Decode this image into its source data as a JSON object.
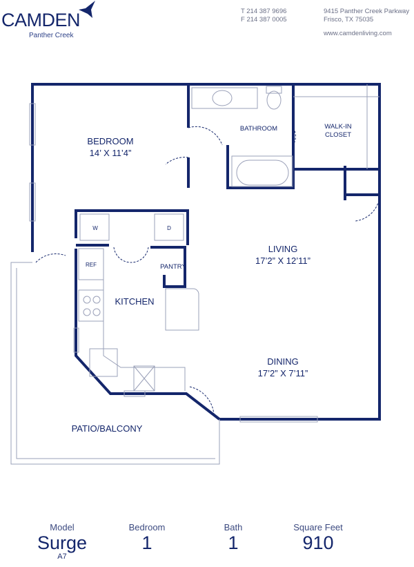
{
  "brand": {
    "name": "Camden",
    "community": "Panther Creek"
  },
  "contact": {
    "phone": "T 214 387 9696",
    "fax": "F 214 387 0005",
    "address1": "9415 Panther Creek Parkway",
    "address2": "Frisco, TX 75035",
    "website": "www.camdenliving.com"
  },
  "rooms": {
    "bedroom": "BEDROOM",
    "bedroom_size": "14’ X 11’4”",
    "bathroom": "BATHROOM",
    "closet1": "WALK-IN",
    "closet2": "CLOSET",
    "living": "LIVING",
    "living_size": "17’2” X 12’11”",
    "kitchen": "KITCHEN",
    "pantry": "PANTRY",
    "dining": "DINING",
    "dining_size": "17’2” X 7’11”",
    "patio": "PATIO/BALCONY",
    "ref": "REF",
    "washer": "W",
    "dryer": "D"
  },
  "stats": {
    "model_label": "Model",
    "model": "Surge",
    "model_code": "A7",
    "bedroom_label": "Bedroom",
    "bedroom": "1",
    "bath_label": "Bath",
    "bath": "1",
    "sqft_label": "Square Feet",
    "sqft": "910"
  },
  "colors": {
    "wall": "#14266b"
  }
}
